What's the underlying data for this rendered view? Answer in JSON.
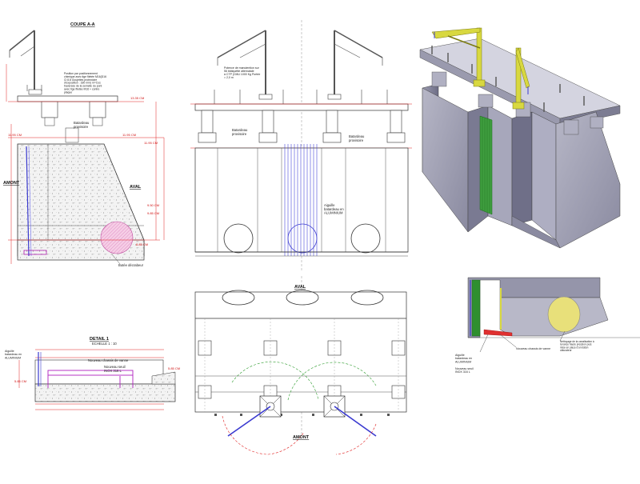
{
  "coupe": {
    "title": "COUPE A-A",
    "amont": "AMONT",
    "aval": "AVAL",
    "note_position": "Position par positionnement chimique avec tige filetée M16(D16 Cl 8.8 Goujettes protectoire d'exposition : 180 mm) m=Cos traversée de la semelle du pont avec tige filetée M16 + contre plaque",
    "note_batardeau": "Batardeau provisoire",
    "note_butee": "Butée décrabeur",
    "levels": [
      "13.35 CM",
      "11.95 CM",
      "11.95 CM",
      "11.95 CM",
      "9.50 CM",
      "9.85 CM",
      "8.85 CM"
    ]
  },
  "elevation": {
    "note_potence": "Potence de manutention sur 56 bâtiquette alternatale à CTP (CMU 1000 Kg Portée = 2,0 m",
    "note_batardeau_left": "Batardeau provisoire",
    "note_batardeau_right": "Batardeau provisoire",
    "note_aiguille": "Aiguille batardeau en ALUMINIUM"
  },
  "plan": {
    "aval": "AVAL",
    "amont": "AMONT"
  },
  "detail": {
    "title": "DETAIL 1",
    "subtitle": "ECHELLE 1 : 10",
    "note_aiguille": "Aiguille batardeau en ALUMINIUM",
    "note_nouveau": "Nouveau chassis de vanne",
    "note_seuil": "Nouveau seuil INOX 316 L",
    "level": "5.85 CM",
    "level2": "5.85 CM"
  },
  "detail3d": {
    "note_aiguille": "Aiguille batardeau en ALUMINIUM",
    "note_seuil": "Nouveau seuil INOX 316 L",
    "note_chassis": "Nouveau chassis de vanne",
    "note_nettoyage": "Nettoyage de la canalisation à la lance haute pression puis mise en place d'un bâton obturateur"
  }
}
